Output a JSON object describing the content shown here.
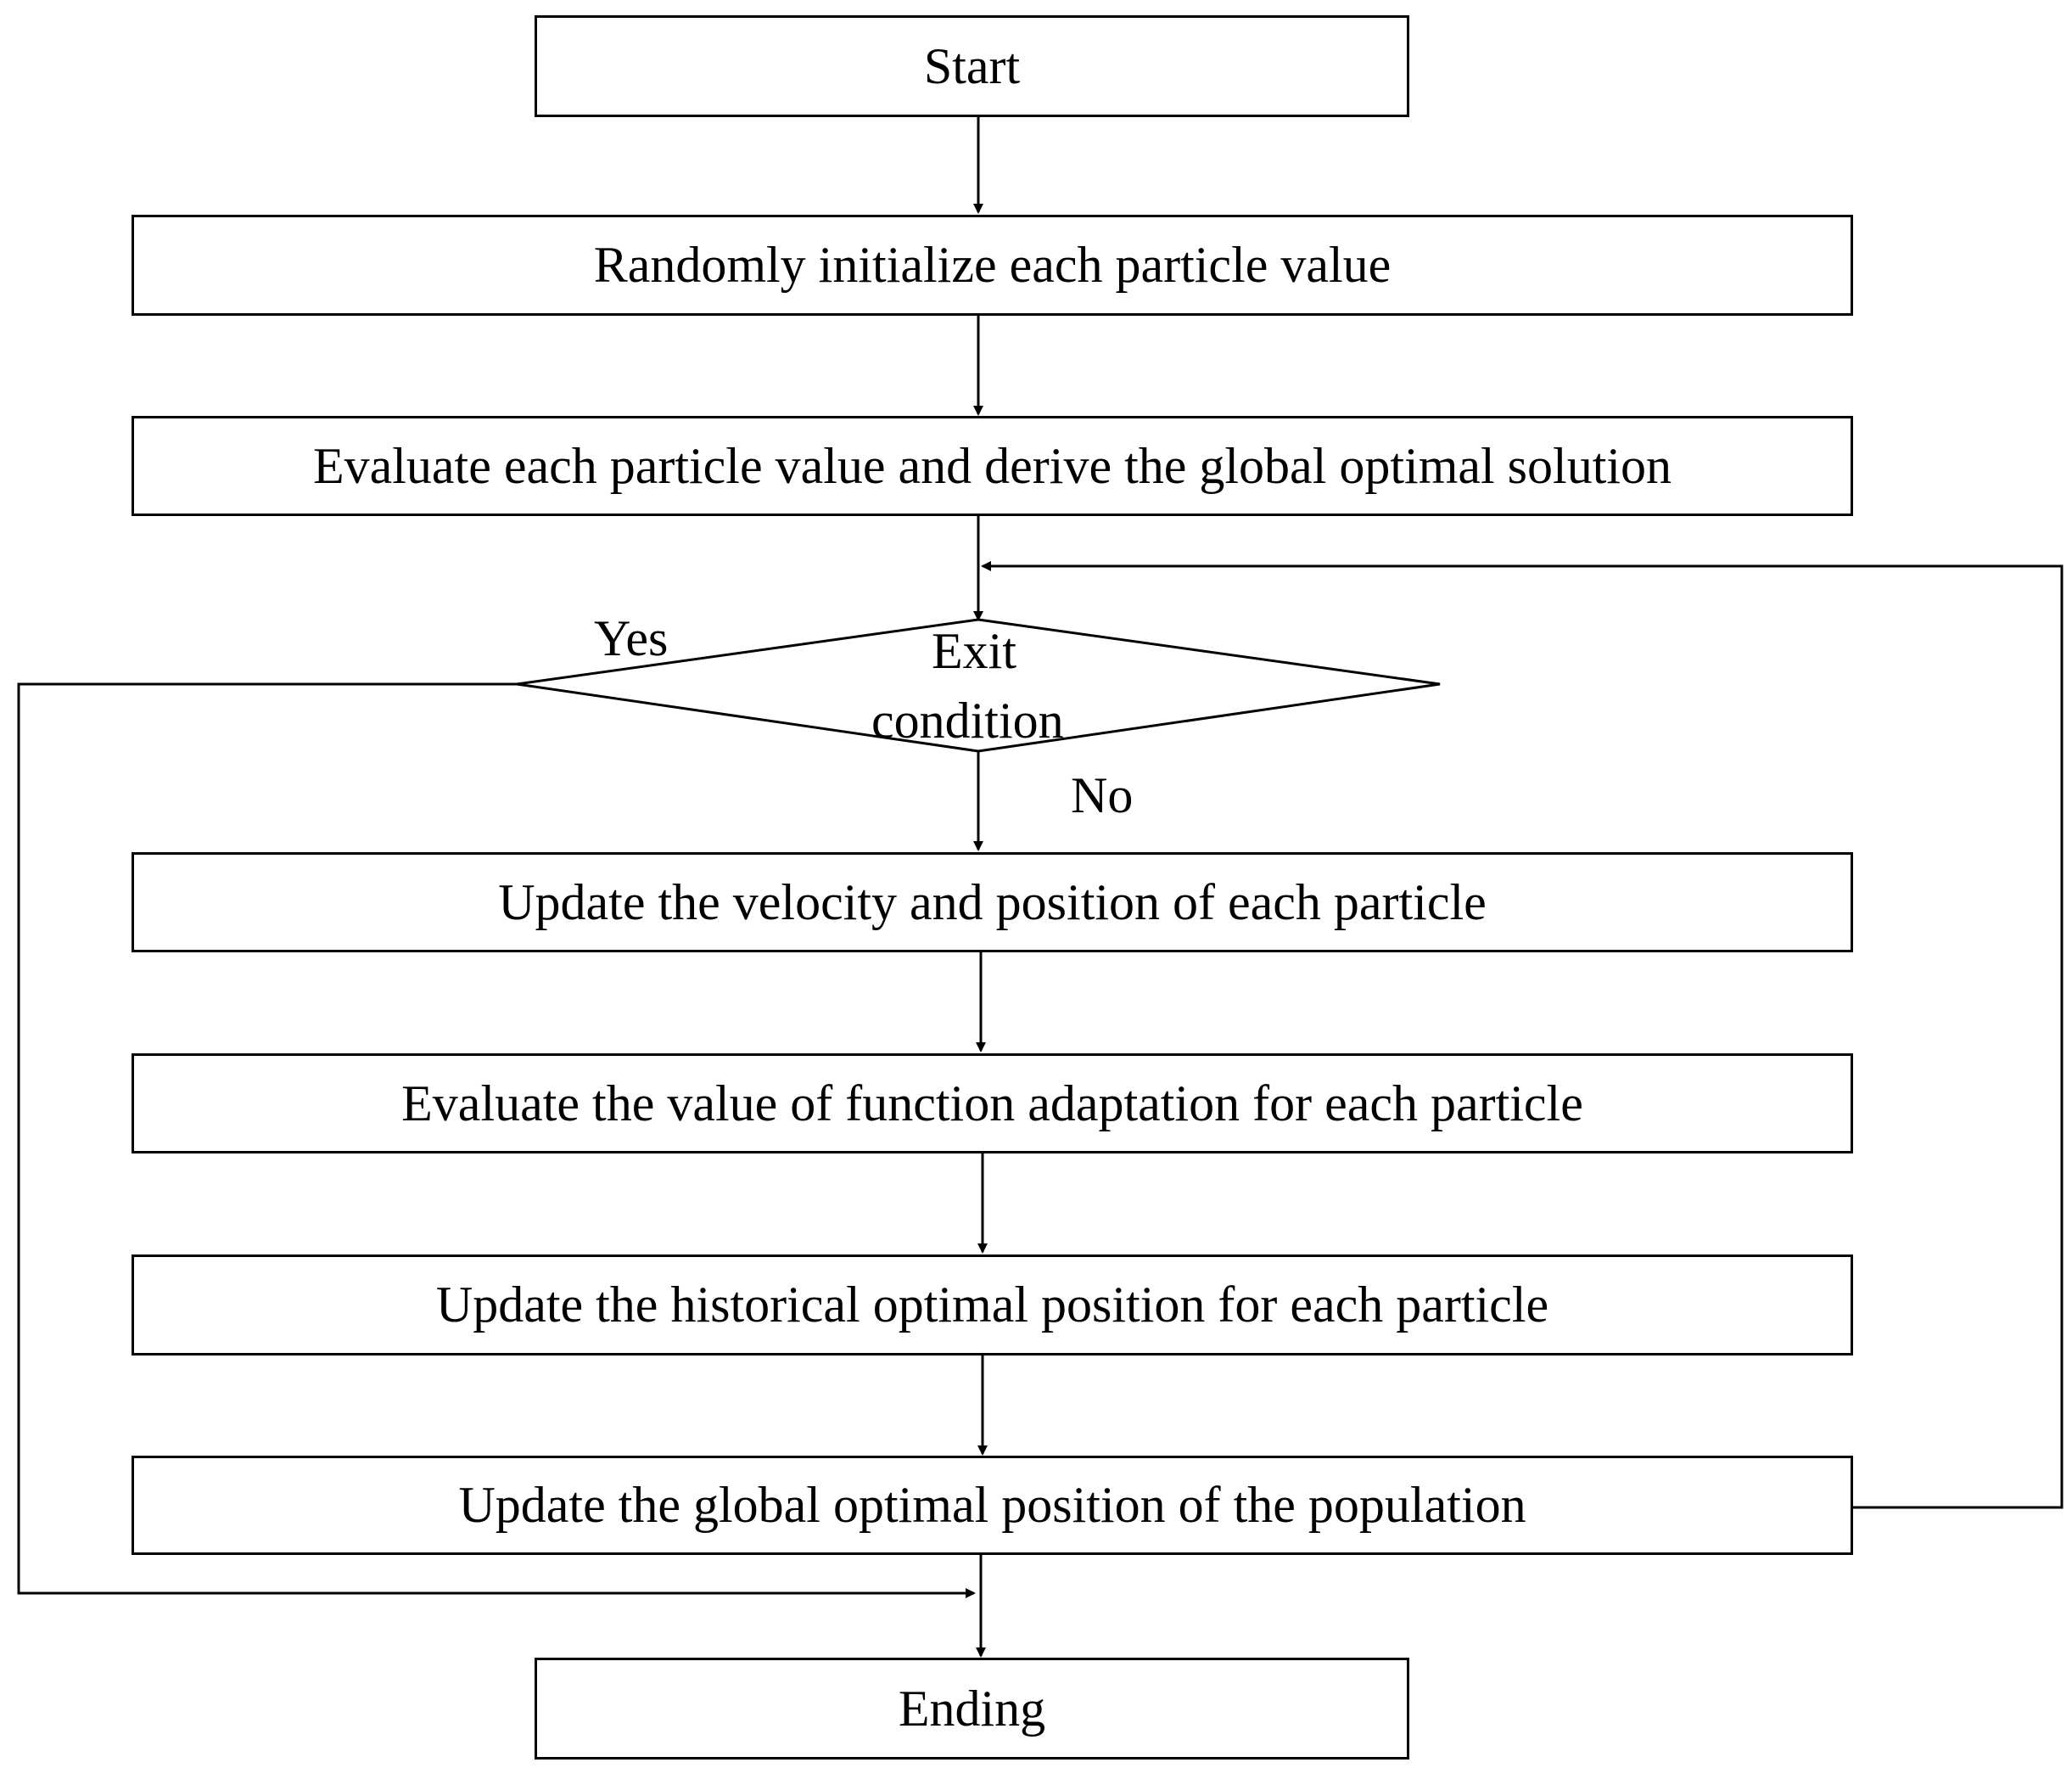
{
  "flowchart": {
    "start": "Start",
    "init": "Randomly initialize each particle value",
    "evaluate_global": "Evaluate each particle value and derive the global optimal solution",
    "decision_line1": "Exit",
    "decision_line2": "condition",
    "yes_label": "Yes",
    "no_label": "No",
    "update_velocity": "Update the velocity and position of each particle",
    "evaluate_fitness": "Evaluate the value of function adaptation for each particle",
    "update_historical": "Update the historical optimal position for each particle",
    "update_global": "Update the global optimal position of the population",
    "end": "Ending"
  }
}
